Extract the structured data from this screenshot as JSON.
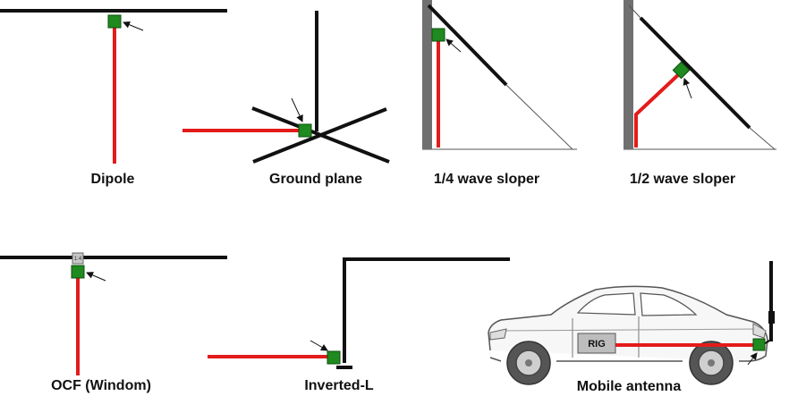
{
  "colors": {
    "element": "#111111",
    "feedline": "#e31b1b",
    "feedpoint": "#1f8a1f",
    "mast": "#707070",
    "guy": "#555555",
    "rig_box": "#bdbdbd",
    "car_outline": "#555555"
  },
  "panels": [
    {
      "id": "dipole",
      "label": "Dipole"
    },
    {
      "id": "ground-plane",
      "label": "Ground plane"
    },
    {
      "id": "quarter-wave-sloper",
      "label": "1/4 wave sloper"
    },
    {
      "id": "half-wave-sloper",
      "label": "1/2 wave sloper"
    },
    {
      "id": "ocf-windom",
      "label": "OCF (Windom)",
      "balun_text": "1:4"
    },
    {
      "id": "inverted-l",
      "label": "Inverted-L"
    },
    {
      "id": "mobile-antenna",
      "label": "Mobile antenna",
      "rig_label": "RIG"
    }
  ]
}
